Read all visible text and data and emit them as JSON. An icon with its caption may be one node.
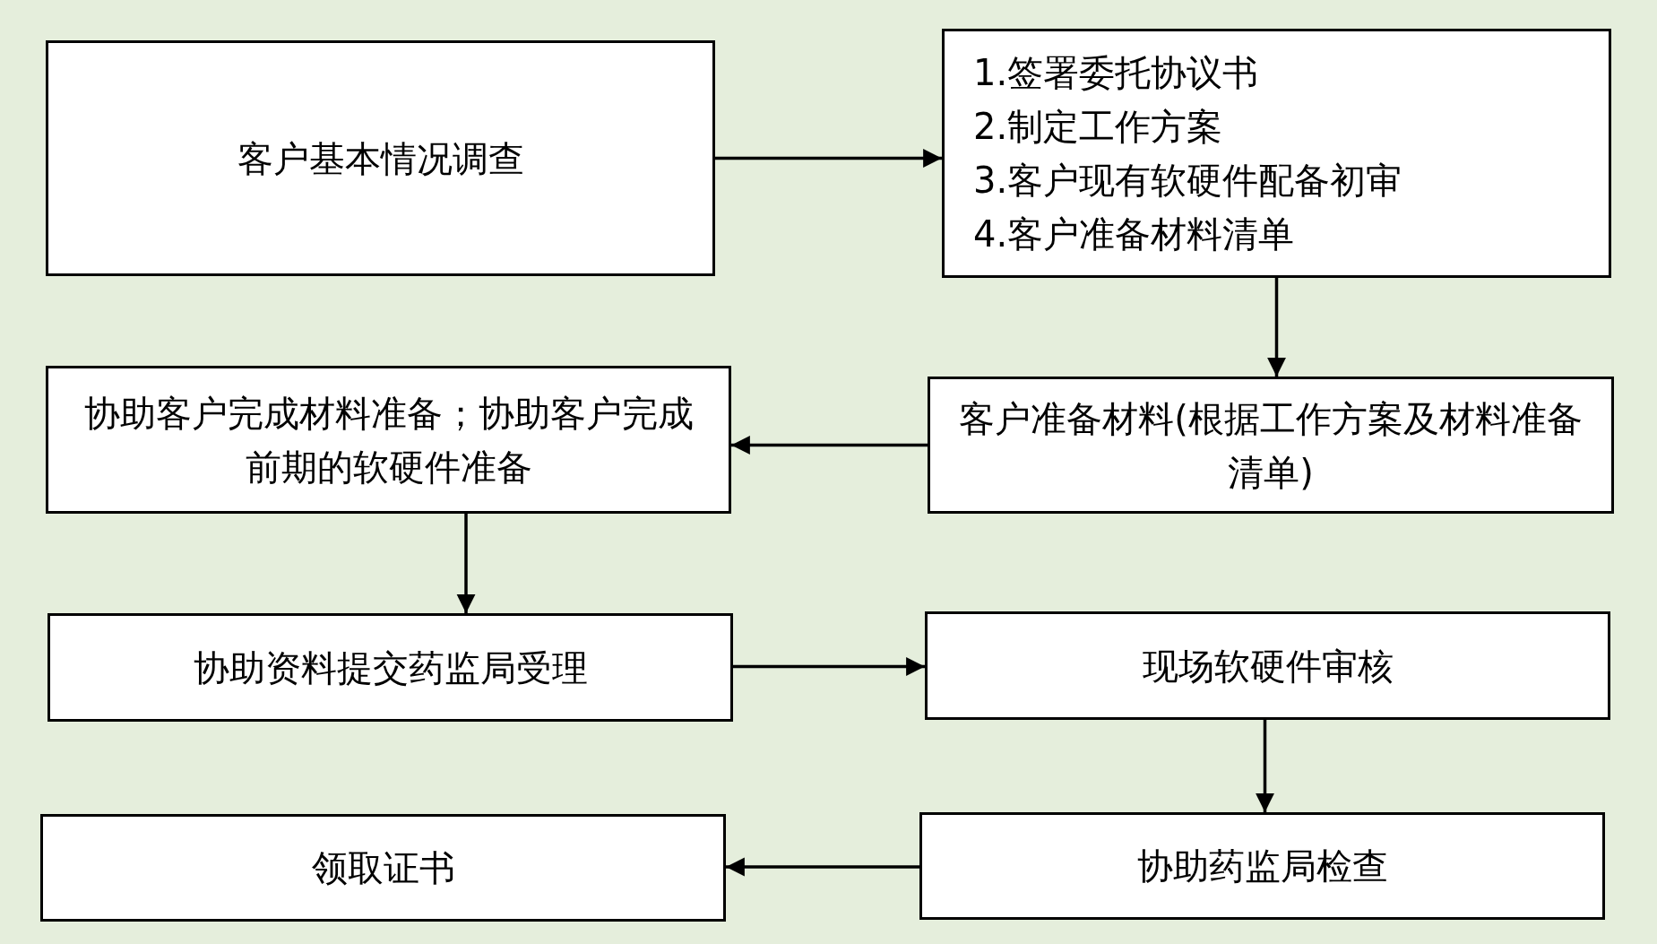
{
  "diagram": {
    "nodes": [
      {
        "text": [
          "客户基本情况调查"
        ]
      },
      {
        "text": [
          "1.签署委托协议书",
          "2.制定工作方案",
          "3.客户现有软硬件配备初审",
          "4.客户准备材料清单"
        ]
      },
      {
        "text": [
          "客户准备材料(根据工作方案及材料准备清单)"
        ]
      },
      {
        "text": [
          "协助客户完成材料准备；协助客户完成前期的软硬件准备"
        ]
      },
      {
        "text": [
          "协助资料提交药监局受理"
        ]
      },
      {
        "text": [
          "现场软硬件审核"
        ]
      },
      {
        "text": [
          "协助药监局检查"
        ]
      },
      {
        "text": [
          "领取证书"
        ]
      }
    ],
    "edges": [
      {
        "from": 0,
        "to": 1,
        "arrow": "to"
      },
      {
        "from": 1,
        "to": 2,
        "arrow": "to"
      },
      {
        "from": 2,
        "to": 3,
        "arrow": "to"
      },
      {
        "from": 3,
        "to": 4,
        "arrow": "to"
      },
      {
        "from": 4,
        "to": 5,
        "arrow": "to"
      },
      {
        "from": 5,
        "to": 6,
        "arrow": "to"
      },
      {
        "from": 6,
        "to": 7,
        "arrow": "to"
      }
    ]
  }
}
